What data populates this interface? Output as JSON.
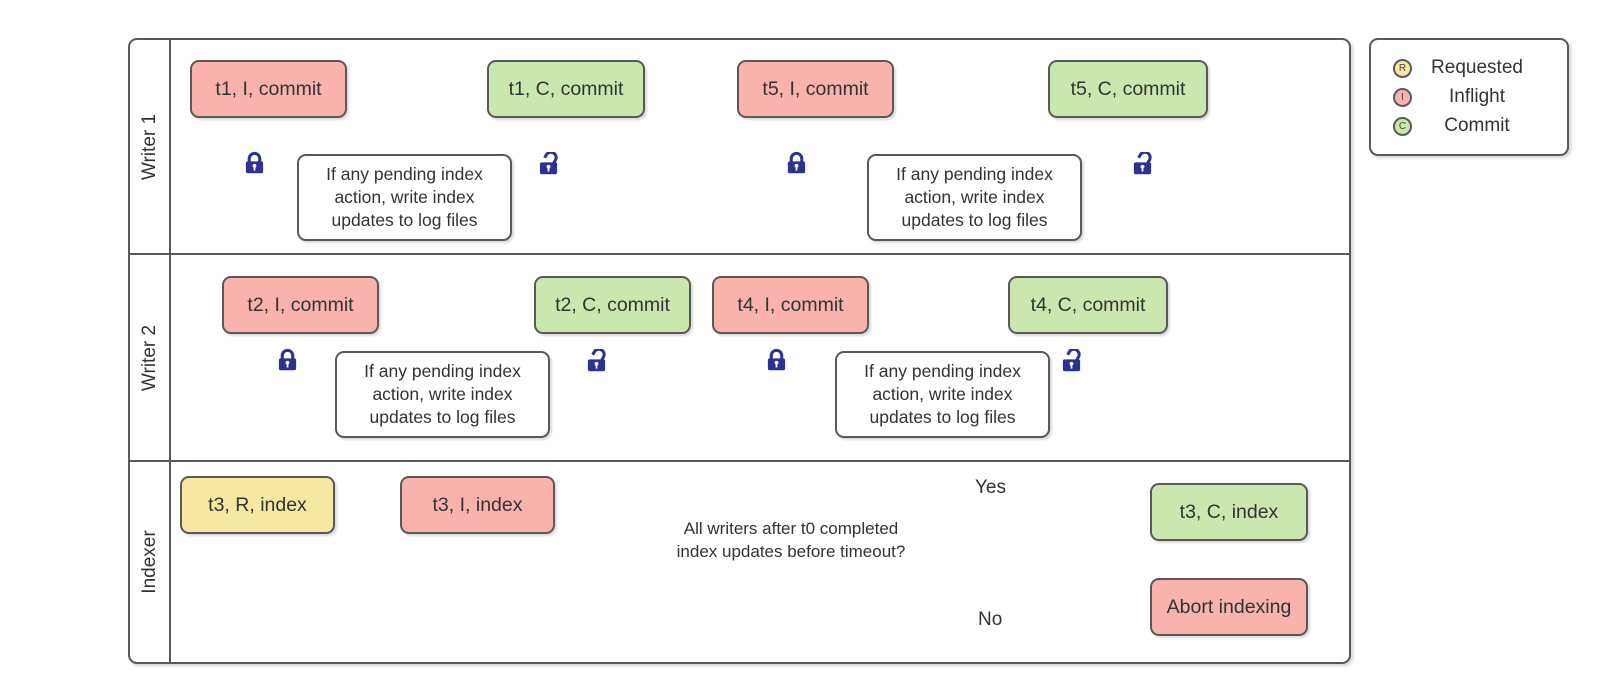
{
  "colors": {
    "inflight": "#f9b2ac",
    "commit": "#cae7b0",
    "requested": "#f6e8a2",
    "border": "#595959",
    "lock_blue": "#2b3290",
    "process_bg": "#ffffff"
  },
  "legend": {
    "items": [
      {
        "letter": "R",
        "label": "Requested",
        "color": "#f6e8a2"
      },
      {
        "letter": "I",
        "label": "Inflight",
        "color": "#f9b2ac"
      },
      {
        "letter": "C",
        "label": "Commit",
        "color": "#cae7b0"
      }
    ]
  },
  "lanes": [
    {
      "label": "Writer 1"
    },
    {
      "label": "Writer 2"
    },
    {
      "label": "Indexer"
    }
  ],
  "process_note": "If any pending index action, write index updates to log files",
  "icons": {
    "closed_lock": "closed-padlock",
    "open_lock": "open-padlock"
  },
  "nodes": {
    "t1_inflight": "t1, I, commit",
    "t1_commit": "t1, C, commit",
    "t5_inflight": "t5, I, commit",
    "t5_commit": "t5, C, commit",
    "t2_inflight": "t2, I, commit",
    "t2_commit": "t2, C, commit",
    "t4_inflight": "t4, I, commit",
    "t4_commit": "t4, C, commit",
    "t3_requested": "t3, R, index",
    "t3_inflight": "t3, I, index",
    "t3_commit": "t3, C, index",
    "abort": "Abort indexing"
  },
  "indexer": {
    "decision": "All writers after t0 completed index updates before timeout?",
    "yes_label": "Yes",
    "no_label": "No"
  }
}
